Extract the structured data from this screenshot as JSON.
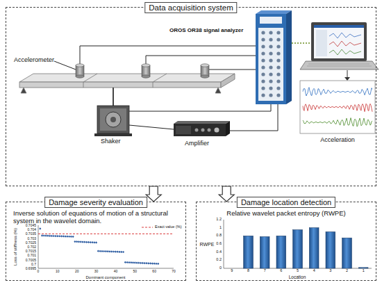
{
  "diagram": {
    "nodes": [
      {
        "text": [
          "Data acquisition system"
        ]
      },
      {
        "text": [
          "Damage severity evaluation",
          "Inverse solution of equations of motion of a structural system in the wavelet domain."
        ]
      },
      {
        "text": [
          "Damage location detection",
          "Relative wavelet packet entropy (RWPE)"
        ]
      }
    ],
    "edges": [
      {
        "from": 0,
        "to": 1,
        "arrow": "to"
      },
      {
        "from": 0,
        "to": 2,
        "arrow": "to"
      }
    ],
    "labels": [
      "OROS OR38 signal analyzer",
      "Accelerometer",
      "Shaker",
      "Amplifier",
      "Acceleration",
      "Loss of stiffness (%)",
      "0.7045",
      "0.704",
      "0.7035",
      "0.703",
      "0.7025",
      "0.702",
      "0.7015",
      "0.701",
      "0.7005",
      "0.7",
      "0.6995",
      "0",
      "10",
      "20",
      "30",
      "40",
      "50",
      "60",
      "70",
      "Dominant component",
      "RWPE",
      "1.2",
      "1",
      "0.8",
      "0.6",
      "0.4",
      "0.2",
      "0",
      "9",
      "8",
      "7",
      "6",
      "5",
      "4",
      "3",
      "2",
      "1",
      "Location"
    ],
    "legend": [
      {
        "text": "Exact value (%)"
      }
    ]
  }
}
